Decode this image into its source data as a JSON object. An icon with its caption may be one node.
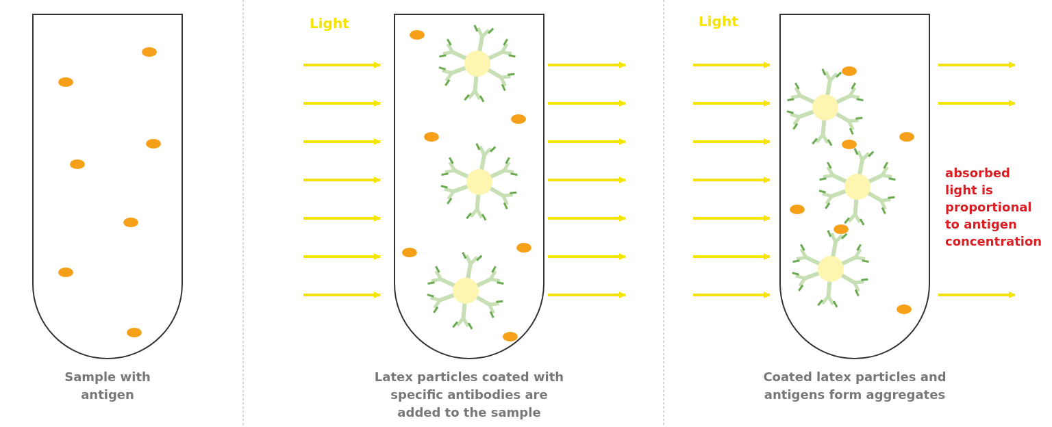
{
  "diagram": {
    "nodes": [
      {
        "text": [
          "Sample with antigen"
        ]
      },
      {
        "text": [
          "Latex particles coated with specific antibodies are added to the sample"
        ]
      },
      {
        "text": [
          "Coated latex particles and antigens form aggregates"
        ]
      }
    ],
    "labels": [
      "Light",
      "Light",
      "absorbed light is proportional to antigen concentration"
    ]
  }
}
